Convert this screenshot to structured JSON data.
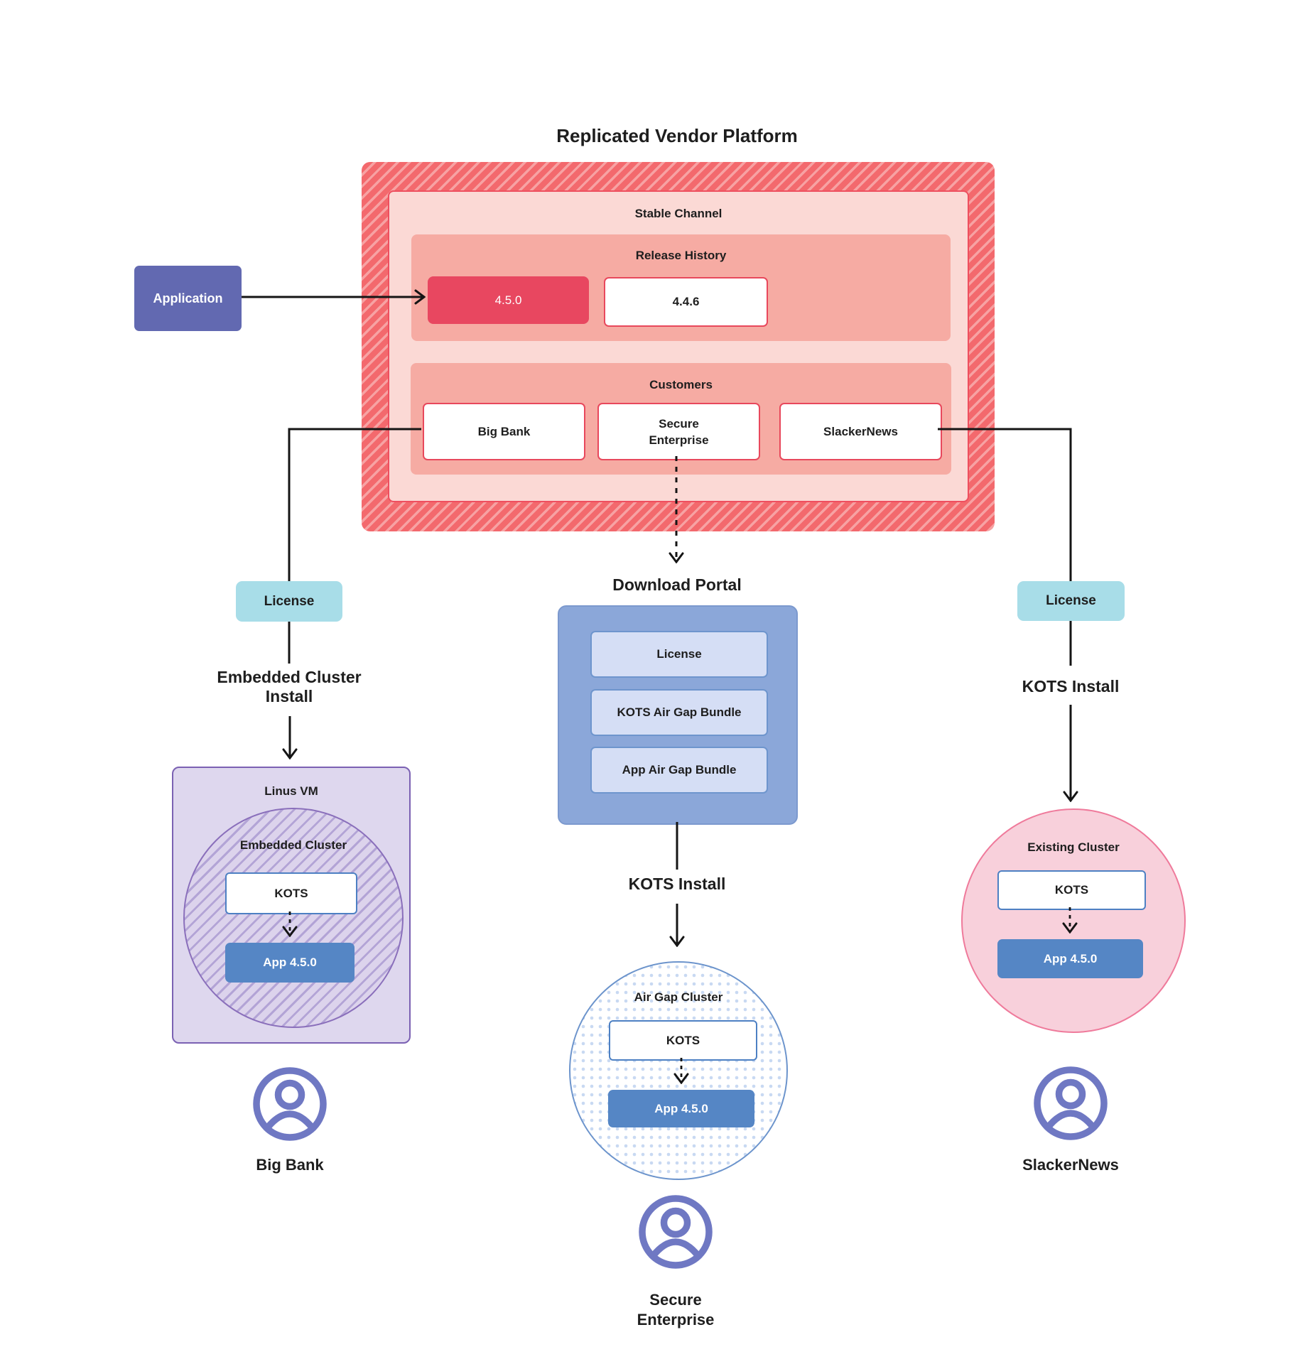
{
  "title": "Replicated Vendor Platform",
  "platform": {
    "channel_label": "Stable Channel",
    "release_history": {
      "label": "Release History",
      "releases": [
        {
          "version": "4.5.0"
        },
        {
          "version": "4.4.6"
        }
      ]
    },
    "customers": {
      "label": "Customers",
      "items": [
        {
          "name": "Big Bank"
        },
        {
          "name": "Secure Enterprise"
        },
        {
          "name": "SlackerNews"
        }
      ]
    }
  },
  "application": {
    "label": "Application"
  },
  "flows": {
    "left": {
      "license_label": "License",
      "install_label": "Embedded Cluster Install",
      "vm_label": "Linus VM",
      "cluster_label": "Embedded Cluster",
      "kots_label": "KOTS",
      "app_label": "App 4.5.0",
      "persona_label": "Big Bank"
    },
    "middle": {
      "portal_title": "Download Portal",
      "portal_items": [
        "License",
        "KOTS Air Gap Bundle",
        "App Air Gap Bundle"
      ],
      "install_label": "KOTS Install",
      "cluster_label": "Air Gap Cluster",
      "kots_label": "KOTS",
      "app_label": "App 4.5.0",
      "persona_label": "Secure Enterprise"
    },
    "right": {
      "license_label": "License",
      "install_label": "KOTS Install",
      "cluster_label": "Existing Cluster",
      "kots_label": "KOTS",
      "app_label": "App 4.5.0",
      "persona_label": "SlackerNews"
    }
  },
  "colors": {
    "hatch_red_base": "#F3696D",
    "hatch_red_stripe": "#F7A2A3",
    "channel_bg": "#FBD9D5",
    "channel_border": "#EE4F5F",
    "red_section_bg": "#F6ABA3",
    "release_highlight_bg": "#E84760",
    "red_box_border": "#E8485C",
    "application_bg": "#6269B1",
    "license_bg": "#A8DDE8",
    "portal_bg": "#8BA7D9",
    "portal_item_bg": "#D5DEF5",
    "portal_item_border": "#6E95CD",
    "kots_border": "#4D80C3",
    "app_box_bg": "#5586C5",
    "vm_bg": "#DED7EE",
    "vm_border": "#7B61B3",
    "embedded_stripe": "#B3A4D6",
    "embedded_border": "#8A6FBB",
    "airgap_dot": "#C8D9F2",
    "airgap_border": "#6C94CC",
    "existing_bg": "#F8D0DB",
    "existing_border": "#EF7A9B",
    "person_icon": "#6F78C3",
    "connector": "#151515"
  }
}
